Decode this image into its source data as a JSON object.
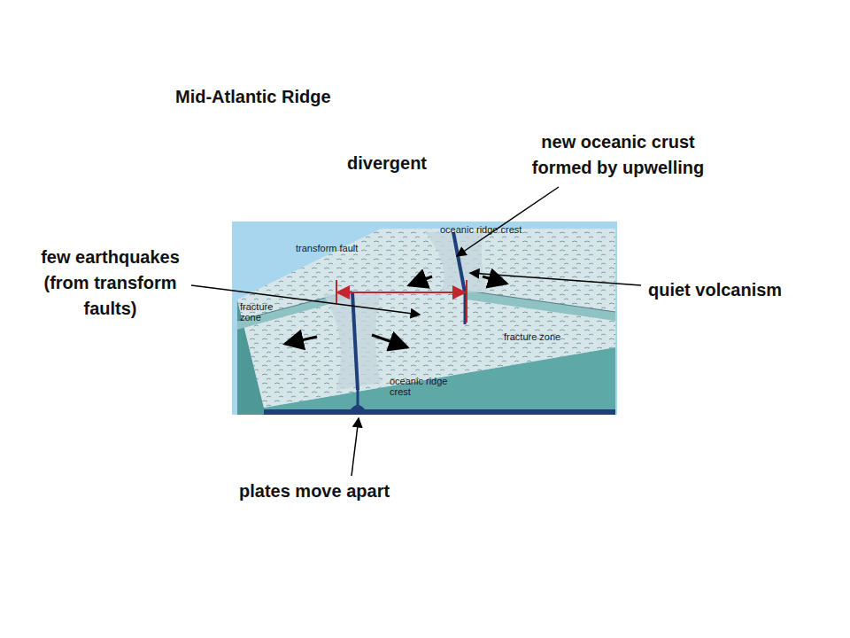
{
  "diagram": {
    "title": "Mid-Atlantic Ridge",
    "labels": [
      "divergent",
      "new oceanic crust formed by upwelling",
      "few earthquakes (from transform faults)",
      "quiet volcanism",
      "plates move apart",
      "oceanic ridge crest",
      "transform fault",
      "fracture zone",
      "fracture zone",
      "oceanic ridge crest"
    ]
  }
}
